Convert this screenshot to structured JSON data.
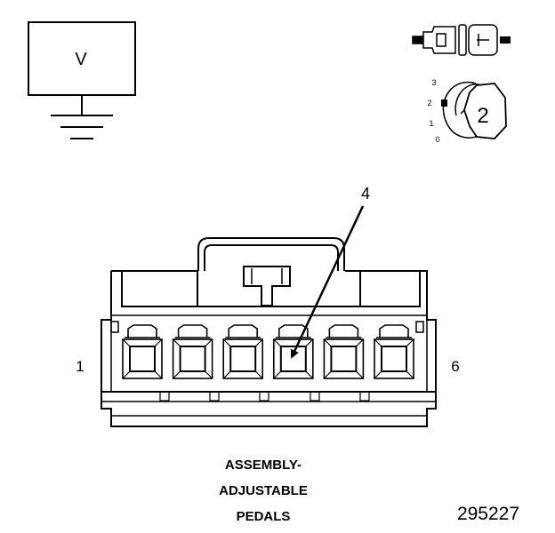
{
  "voltmeter": {
    "label": "V"
  },
  "rotary_selector": {
    "positions": [
      "3",
      "2",
      "1",
      "0"
    ],
    "selected_number": "2"
  },
  "callout": {
    "number": "4"
  },
  "connector": {
    "pin_first": "1",
    "pin_last": "6",
    "cavity_count": 6
  },
  "title": {
    "lines": [
      "ASSEMBLY-",
      "ADJUSTABLE",
      "PEDALS"
    ]
  },
  "figure_number": "295227",
  "colors": {
    "line": "#000000",
    "background": "#ffffff"
  }
}
